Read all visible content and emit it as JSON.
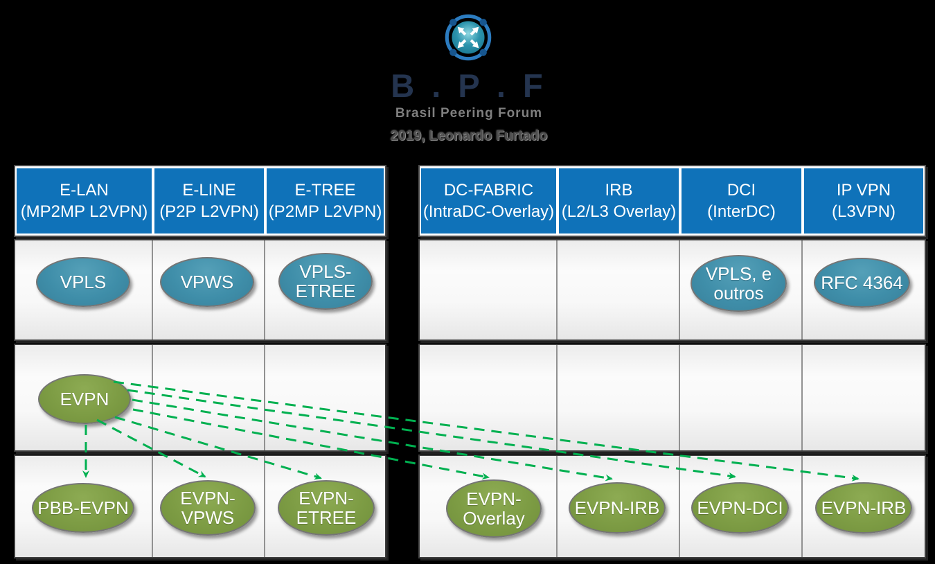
{
  "page": {
    "background": "#000000"
  },
  "logo": {
    "title": "B . P . F",
    "subtitle": "Brasil Peering Forum",
    "credit": "2019, Leonardo Furtado",
    "colors": {
      "title_navy": "#24344F",
      "subtitle_gray": "#7F7F7F",
      "ring_blue": "#2C7CC0",
      "core_teal": "#2B93AC"
    }
  },
  "colors": {
    "header_blue": "#0F72B9",
    "legacy_teal": "#3F8EA9",
    "evpn_green": "#7D9C44",
    "arrow_green": "#00B050",
    "band_border": "#3D3D3D",
    "column_divider": "#919191"
  },
  "tables": {
    "left": {
      "columns": [
        {
          "title_line1": "E-LAN",
          "title_line2": "(MP2MP L2VPN)"
        },
        {
          "title_line1": "E-LINE",
          "title_line2": "(P2P L2VPN)"
        },
        {
          "title_line1": "E-TREE",
          "title_line2": "(P2MP L2VPN)"
        }
      ]
    },
    "right": {
      "columns": [
        {
          "title_line1": "DC-FABRIC",
          "title_line2": "(IntraDC-Overlay)"
        },
        {
          "title_line1": "IRB",
          "title_line2": "(L2/L3 Overlay)"
        },
        {
          "title_line1": "DCI",
          "title_line2": "(InterDC)"
        },
        {
          "title_line1": "IP VPN",
          "title_line2": "(L3VPN)"
        }
      ]
    }
  },
  "nodes": {
    "vpls": {
      "label": "VPLS"
    },
    "vpws": {
      "label": "VPWS"
    },
    "vpls_etree": {
      "l1": "VPLS-",
      "l2": "ETREE"
    },
    "vpls_outros": {
      "l1": "VPLS, e",
      "l2": "outros"
    },
    "rfc4364": {
      "label": "RFC 4364"
    },
    "evpn": {
      "label": "EVPN"
    },
    "pbb_evpn": {
      "label": "PBB-EVPN"
    },
    "evpn_vpws": {
      "l1": "EVPN-",
      "l2": "VPWS"
    },
    "evpn_etree": {
      "l1": "EVPN-",
      "l2": "ETREE"
    },
    "evpn_overlay": {
      "l1": "EVPN-",
      "l2": "Overlay"
    },
    "evpn_irb_fabric": {
      "label": "EVPN-IRB"
    },
    "evpn_dci": {
      "label": "EVPN-DCI"
    },
    "evpn_irb_ipvpn": {
      "label": "EVPN-IRB"
    }
  },
  "connections": [
    {
      "from": "EVPN",
      "to": "PBB-EVPN"
    },
    {
      "from": "EVPN",
      "to": "EVPN-VPWS"
    },
    {
      "from": "EVPN",
      "to": "EVPN-ETREE"
    },
    {
      "from": "EVPN",
      "to": "EVPN-Overlay"
    },
    {
      "from": "EVPN",
      "to": "EVPN-IRB (DC-FABRIC)"
    },
    {
      "from": "EVPN",
      "to": "EVPN-DCI"
    },
    {
      "from": "EVPN",
      "to": "EVPN-IRB (IP VPN)"
    }
  ]
}
